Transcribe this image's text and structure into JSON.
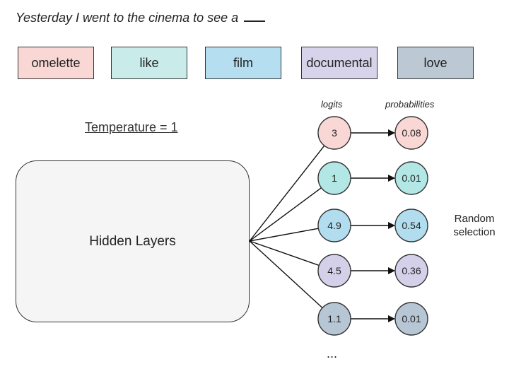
{
  "sentence": {
    "text": "Yesterday I went to the cinema to see a"
  },
  "words": [
    {
      "label": "omelette",
      "color": "#f8d7d5"
    },
    {
      "label": "like",
      "color": "#c9ecea"
    },
    {
      "label": "film",
      "color": "#b5dff0"
    },
    {
      "label": "documental",
      "color": "#d6d3ea"
    },
    {
      "label": "love",
      "color": "#bcc8d3"
    }
  ],
  "temperature_label": "Temperature = 1",
  "columns": {
    "logits_header": "logits",
    "probabilities_header": "probabilities"
  },
  "hidden_layers_label": "Hidden Layers",
  "nodes": [
    {
      "logit": "3",
      "probability": "0.08",
      "color": "#f8d7d5"
    },
    {
      "logit": "1",
      "probability": "0.01",
      "color": "#b2e7e6"
    },
    {
      "logit": "4.9",
      "probability": "0.54",
      "color": "#b1ddef"
    },
    {
      "logit": "4.5",
      "probability": "0.36",
      "color": "#d4d0ea"
    },
    {
      "logit": "1.1",
      "probability": "0.01",
      "color": "#b7c6d4"
    }
  ],
  "random_selection_label": "Random selection",
  "ellipsis": "..."
}
